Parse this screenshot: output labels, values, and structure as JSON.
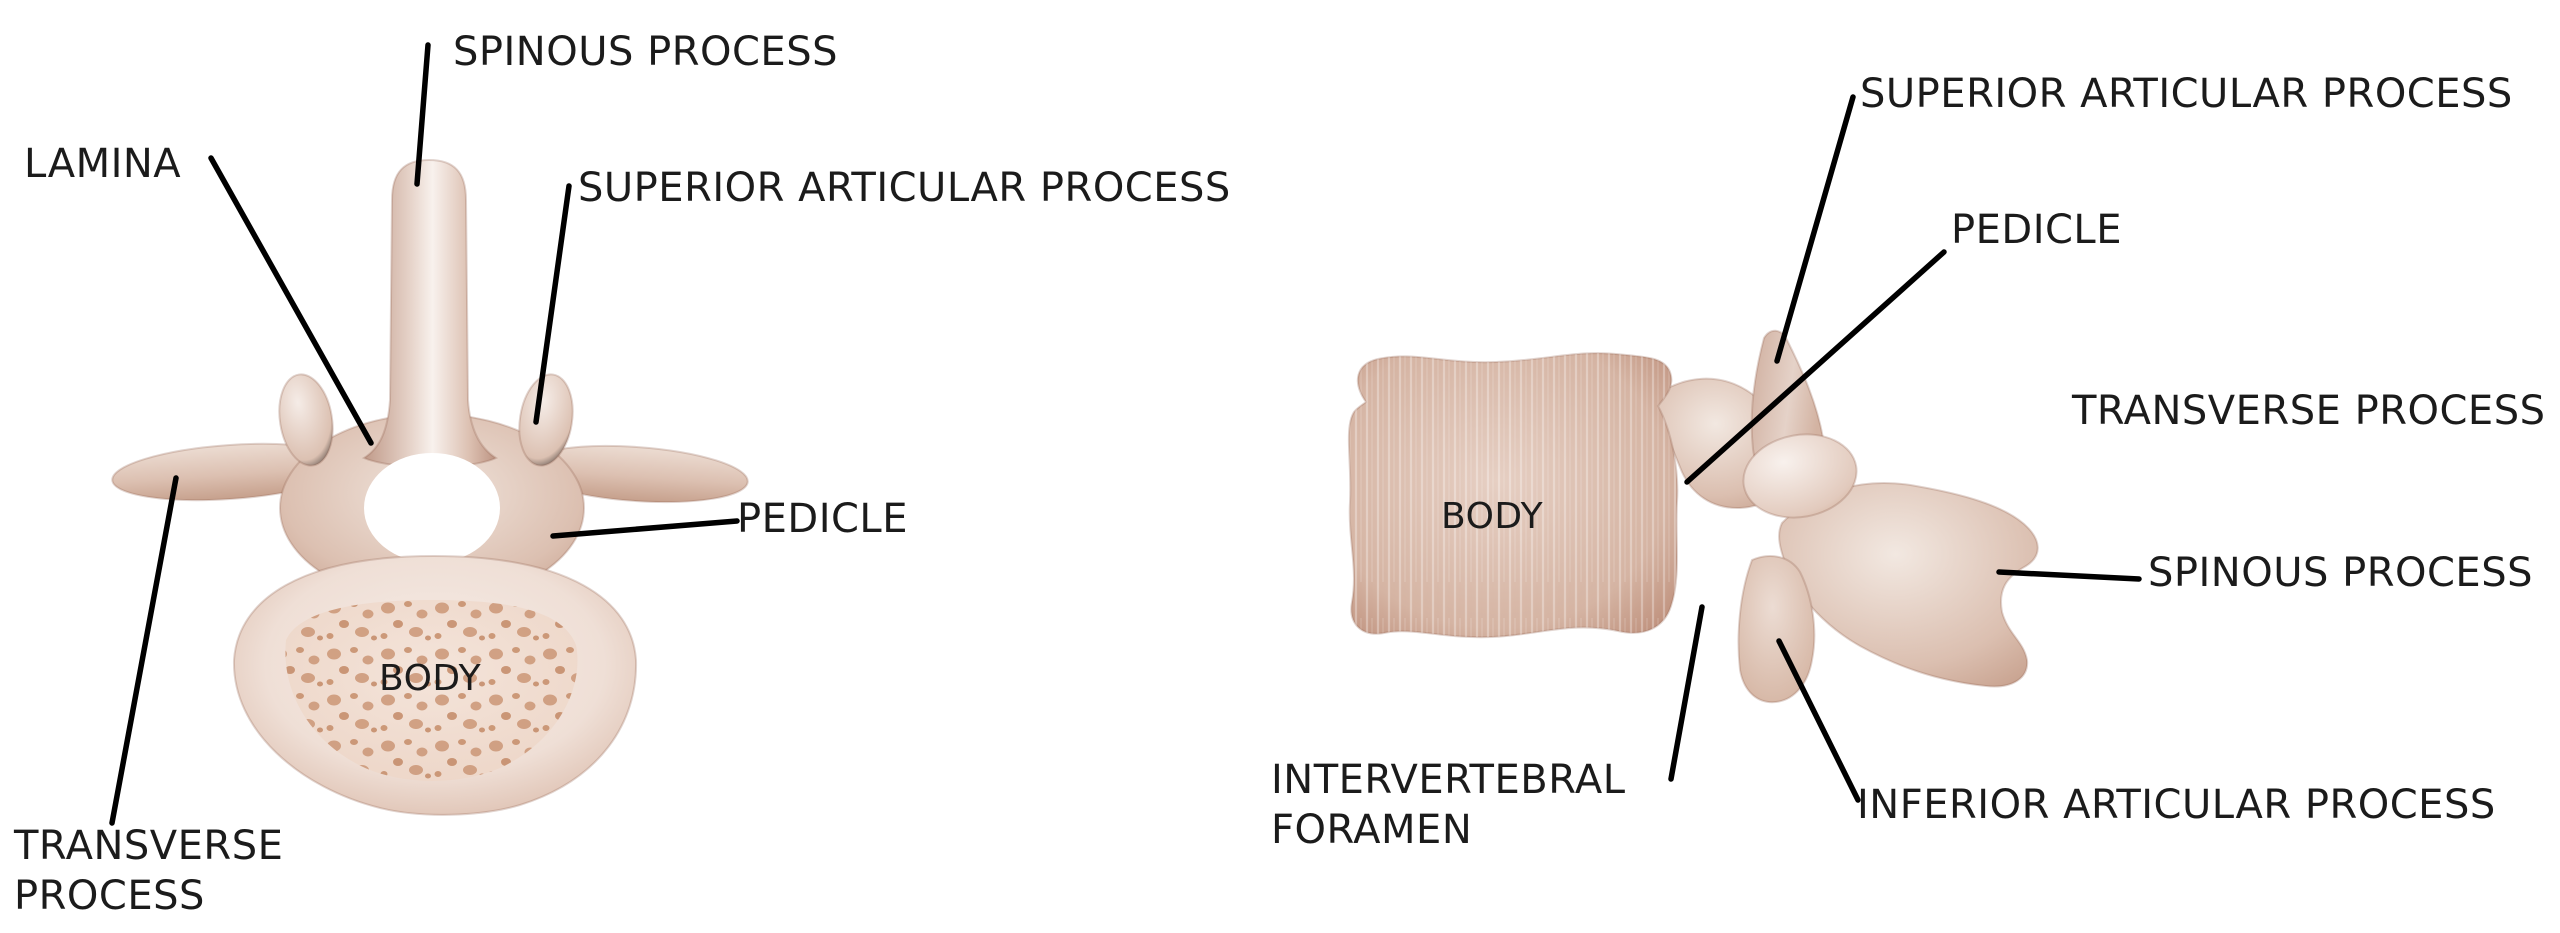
{
  "page": {
    "background": "#ffffff"
  },
  "palette": {
    "label_text": "#1b1b1b",
    "leader_line": "#000000",
    "bone_edge": "#b3876f",
    "bone_shadow": "#c49a87",
    "bone_mid": "#d8b9aa",
    "bone_light": "#ead9d0",
    "bone_highlight": "#f9f3ef",
    "body_rim": "#efdfd6",
    "spongy_background": "#f2e1d6",
    "spongy_dot": "#cd9a7b"
  },
  "superior_view": {
    "labels": {
      "spinous_process": "SPINOUS PROCESS",
      "lamina": "LAMINA",
      "superior_articular_process": "SUPERIOR ARTICULAR PROCESS",
      "pedicle": "PEDICLE",
      "body": "BODY",
      "transverse_process_line1": "TRANSVERSE",
      "transverse_process_line2": "PROCESS"
    }
  },
  "lateral_view": {
    "labels": {
      "superior_articular_process": "SUPERIOR ARTICULAR PROCESS",
      "pedicle": "PEDICLE",
      "transverse_process": "TRANSVERSE PROCESS",
      "spinous_process": "SPINOUS PROCESS",
      "body": "BODY",
      "intervertebral_foramen_line1": "INTERVERTEBRAL",
      "intervertebral_foramen_line2": "FORAMEN",
      "inferior_articular_process": "INFERIOR ARTICULAR PROCESS"
    }
  }
}
